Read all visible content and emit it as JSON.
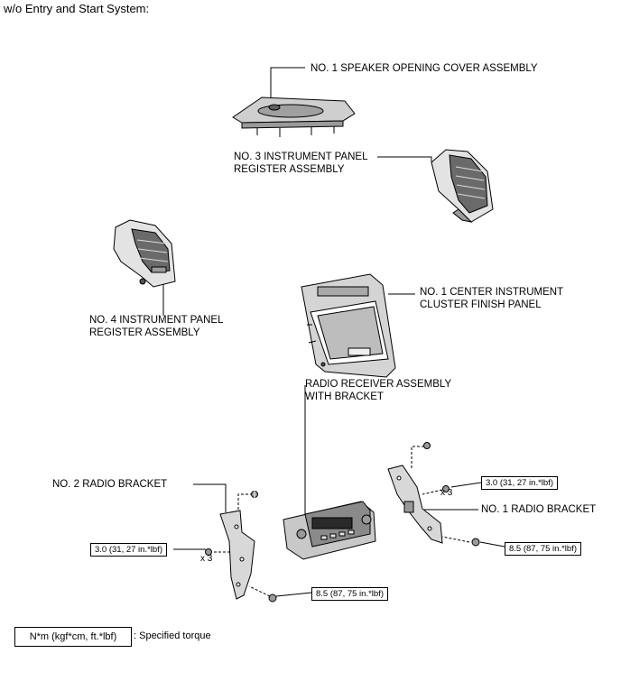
{
  "header": "w/o Entry and Start System:",
  "parts": {
    "speaker_cover": "NO. 1 SPEAKER OPENING COVER ASSEMBLY",
    "register3_line1": "NO. 3 INSTRUMENT PANEL",
    "register3_line2": "REGISTER ASSEMBLY",
    "register4_line1": "NO. 4 INSTRUMENT PANEL",
    "register4_line2": "REGISTER ASSEMBLY",
    "cluster_line1": "NO. 1 CENTER INSTRUMENT",
    "cluster_line2": "CLUSTER FINISH PANEL",
    "radio_line1": "RADIO RECEIVER ASSEMBLY",
    "radio_line2": "WITH BRACKET",
    "bracket2": "NO. 2 RADIO BRACKET",
    "bracket1": "NO. 1 RADIO BRACKET"
  },
  "torques": {
    "left_bracket": "3.0 (31, 27 in.*lbf)",
    "right_bracket_top": "3.0 (31, 27 in.*lbf)",
    "right_bracket_bottom": "8.5 (87, 75 in.*lbf)",
    "bottom_center": "8.5 (87, 75 in.*lbf)"
  },
  "multipliers": {
    "left": "x 3",
    "right": "x 3"
  },
  "legend": {
    "unit": "N*m (kgf*cm, ft.*lbf)",
    "text": ": Specified torque"
  }
}
